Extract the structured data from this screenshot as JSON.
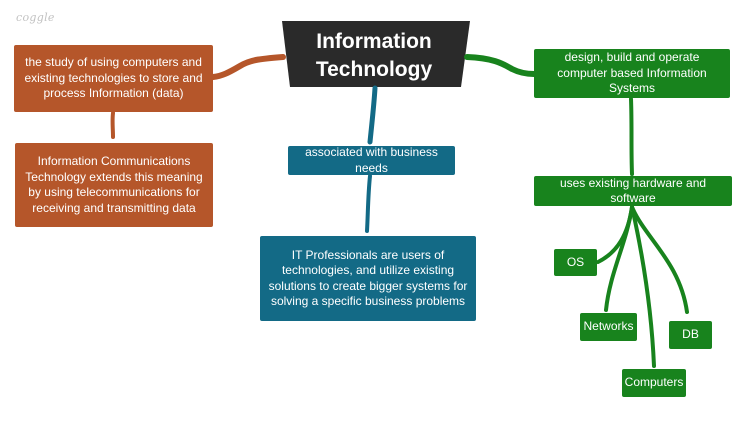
{
  "brand": {
    "logo": "coggle"
  },
  "central": {
    "line1": "Information",
    "line2": "Technology"
  },
  "nodes": {
    "definition": "the study of using computers and existing technologies to store and process Information (data)",
    "ict": "Information Communications Technology extends this meaning by using telecommunications for receiving and transmitting data",
    "business": "associated with business needs",
    "professionals": "IT Professionals are users of technologies, and utilize existing solutions to create bigger systems for solving a specific business problems",
    "design": "design, build and operate computer based Information Systems",
    "hardware": "uses existing hardware and software",
    "os": "OS",
    "networks": "Networks",
    "db": "DB",
    "computers": "Computers"
  },
  "colors": {
    "brown": "#b5562a",
    "teal": "#136a86",
    "green": "#18831d",
    "central": "#2a2a2a"
  }
}
